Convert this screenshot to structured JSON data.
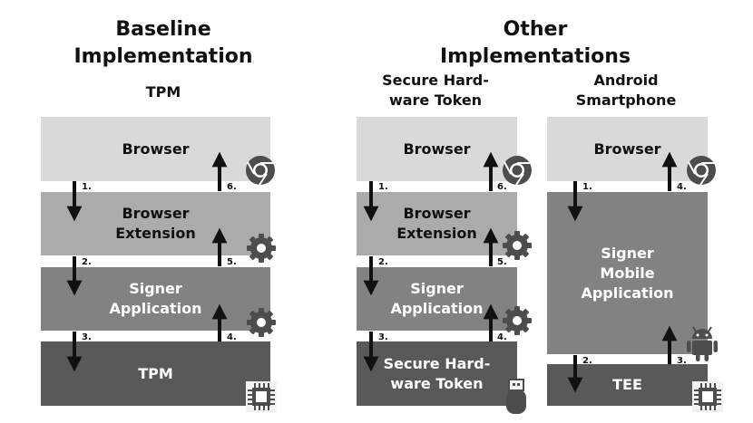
{
  "headings": {
    "baseline": "Baseline\nImplementation",
    "other": "Other\nImplementations",
    "tpm_col": "TPM",
    "token_col": "Secure Hard-\nware Token",
    "android_col": "Android\nSmartphone"
  },
  "col1": {
    "browser": "Browser",
    "extension": "Browser\nExtension",
    "signer": "Signer\nApplication",
    "device": "TPM",
    "steps": [
      "1.",
      "2.",
      "3.",
      "4.",
      "5.",
      "6."
    ]
  },
  "col2": {
    "browser": "Browser",
    "extension": "Browser\nExtension",
    "signer": "Signer\nApplication",
    "device": "Secure Hard-\nware Token",
    "steps": [
      "1.",
      "2.",
      "3.",
      "4.",
      "5.",
      "6."
    ]
  },
  "col3": {
    "browser": "Browser",
    "signer": "Signer\nMobile\nApplication",
    "device": "TEE",
    "steps": [
      "1.",
      "2.",
      "3.",
      "4."
    ]
  },
  "colors": {
    "browser": "#d9d9d9",
    "extension": "#ababab",
    "signer": "#828282",
    "device": "#595959",
    "icon": "#4d4d4d"
  },
  "icons": [
    "chrome-icon",
    "gear-icon",
    "chip-icon",
    "usb-token-icon",
    "android-icon"
  ]
}
